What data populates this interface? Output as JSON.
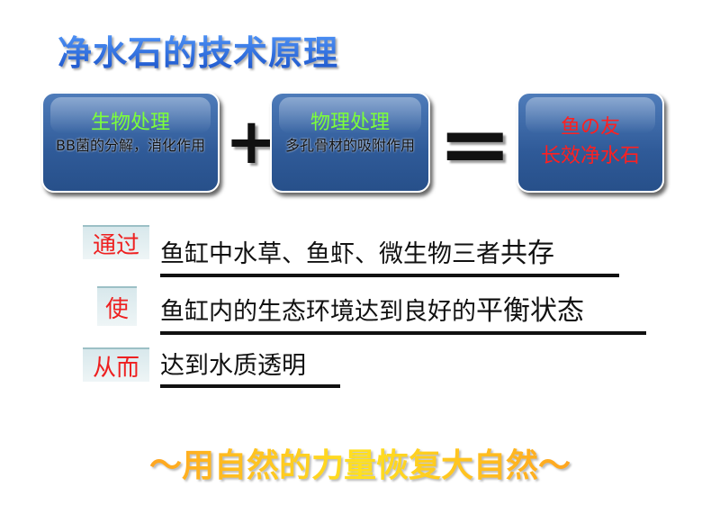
{
  "title": "净水石的技术原理",
  "boxes": [
    {
      "heading": "生物处理",
      "text": "BB菌的分解，消化作用"
    },
    {
      "heading": "物理处理",
      "text": "多孔骨材的吸附作用"
    },
    {
      "line1": "鱼の友",
      "line2": "长效净水石"
    }
  ],
  "operators": {
    "plus": "+",
    "equals": "="
  },
  "rows": [
    {
      "label": "通过",
      "text": "鱼缸中水草、鱼虾、微生物三者",
      "emph": "共存"
    },
    {
      "label": "使",
      "text": "鱼缸内的生态环境达到良好的",
      "emph": "平衡状态"
    },
    {
      "label": "从而",
      "text": "达到水质透明",
      "emph": ""
    }
  ],
  "motto": "～用自然的力量恢复大自然～"
}
